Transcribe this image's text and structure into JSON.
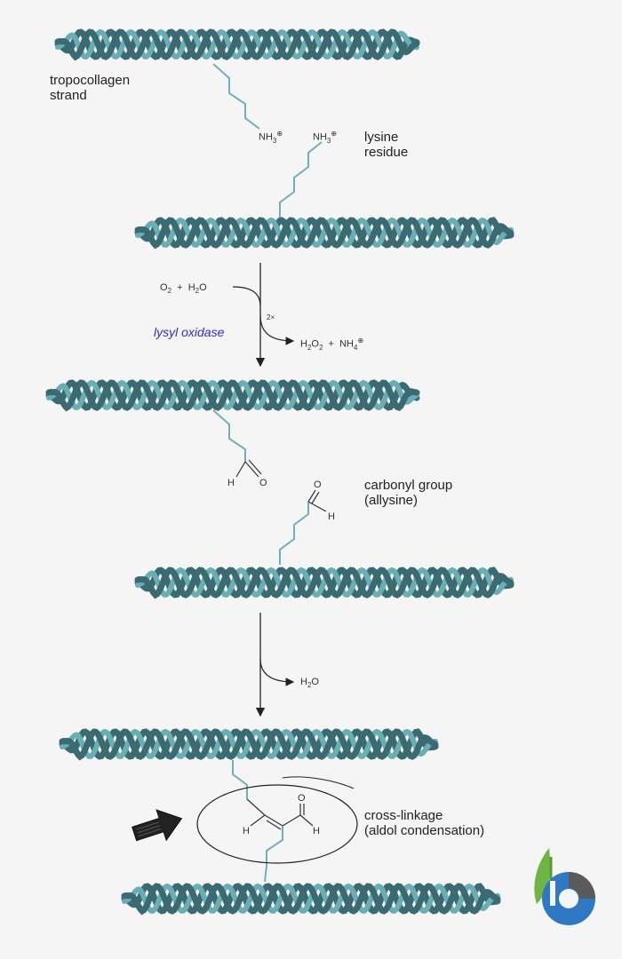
{
  "labels": {
    "strand": [
      "tropocollagen",
      "strand"
    ],
    "lysine": [
      "lysine",
      "residue"
    ],
    "carbonyl": [
      "carbonyl group",
      "(allysine)"
    ],
    "crosslink": [
      "cross-linkage",
      "(aldol condensation)"
    ]
  },
  "chem": {
    "nh3_main": "NH",
    "nh3_sub": "3",
    "charge": "⊕",
    "o2_o": "O",
    "o2_sub": "2",
    "plus": "+",
    "h2o_h": "H",
    "h2o_sub": "2",
    "h2o_o": "O",
    "coefficient": "2×",
    "enzyme": "lysyl oxidase",
    "h2o2_h": "H",
    "h2o2_sub1": "2",
    "h2o2_o": "O",
    "h2o2_sub2": "2",
    "nh4_main": "NH",
    "nh4_sub": "4",
    "h": "H",
    "o": "O",
    "water_h": "H",
    "water_sub": "2",
    "water_o": "O"
  },
  "colors": {
    "helix_dark": "#3b6b72",
    "helix_light": "#6aaeb5",
    "side_chain": "#6fb0b8",
    "enzyme": "#2b2bd0",
    "logo_green": "#6fb544",
    "logo_blue": "#2f78c4"
  },
  "icons": [
    "arrow-icon",
    "logo-icon"
  ]
}
